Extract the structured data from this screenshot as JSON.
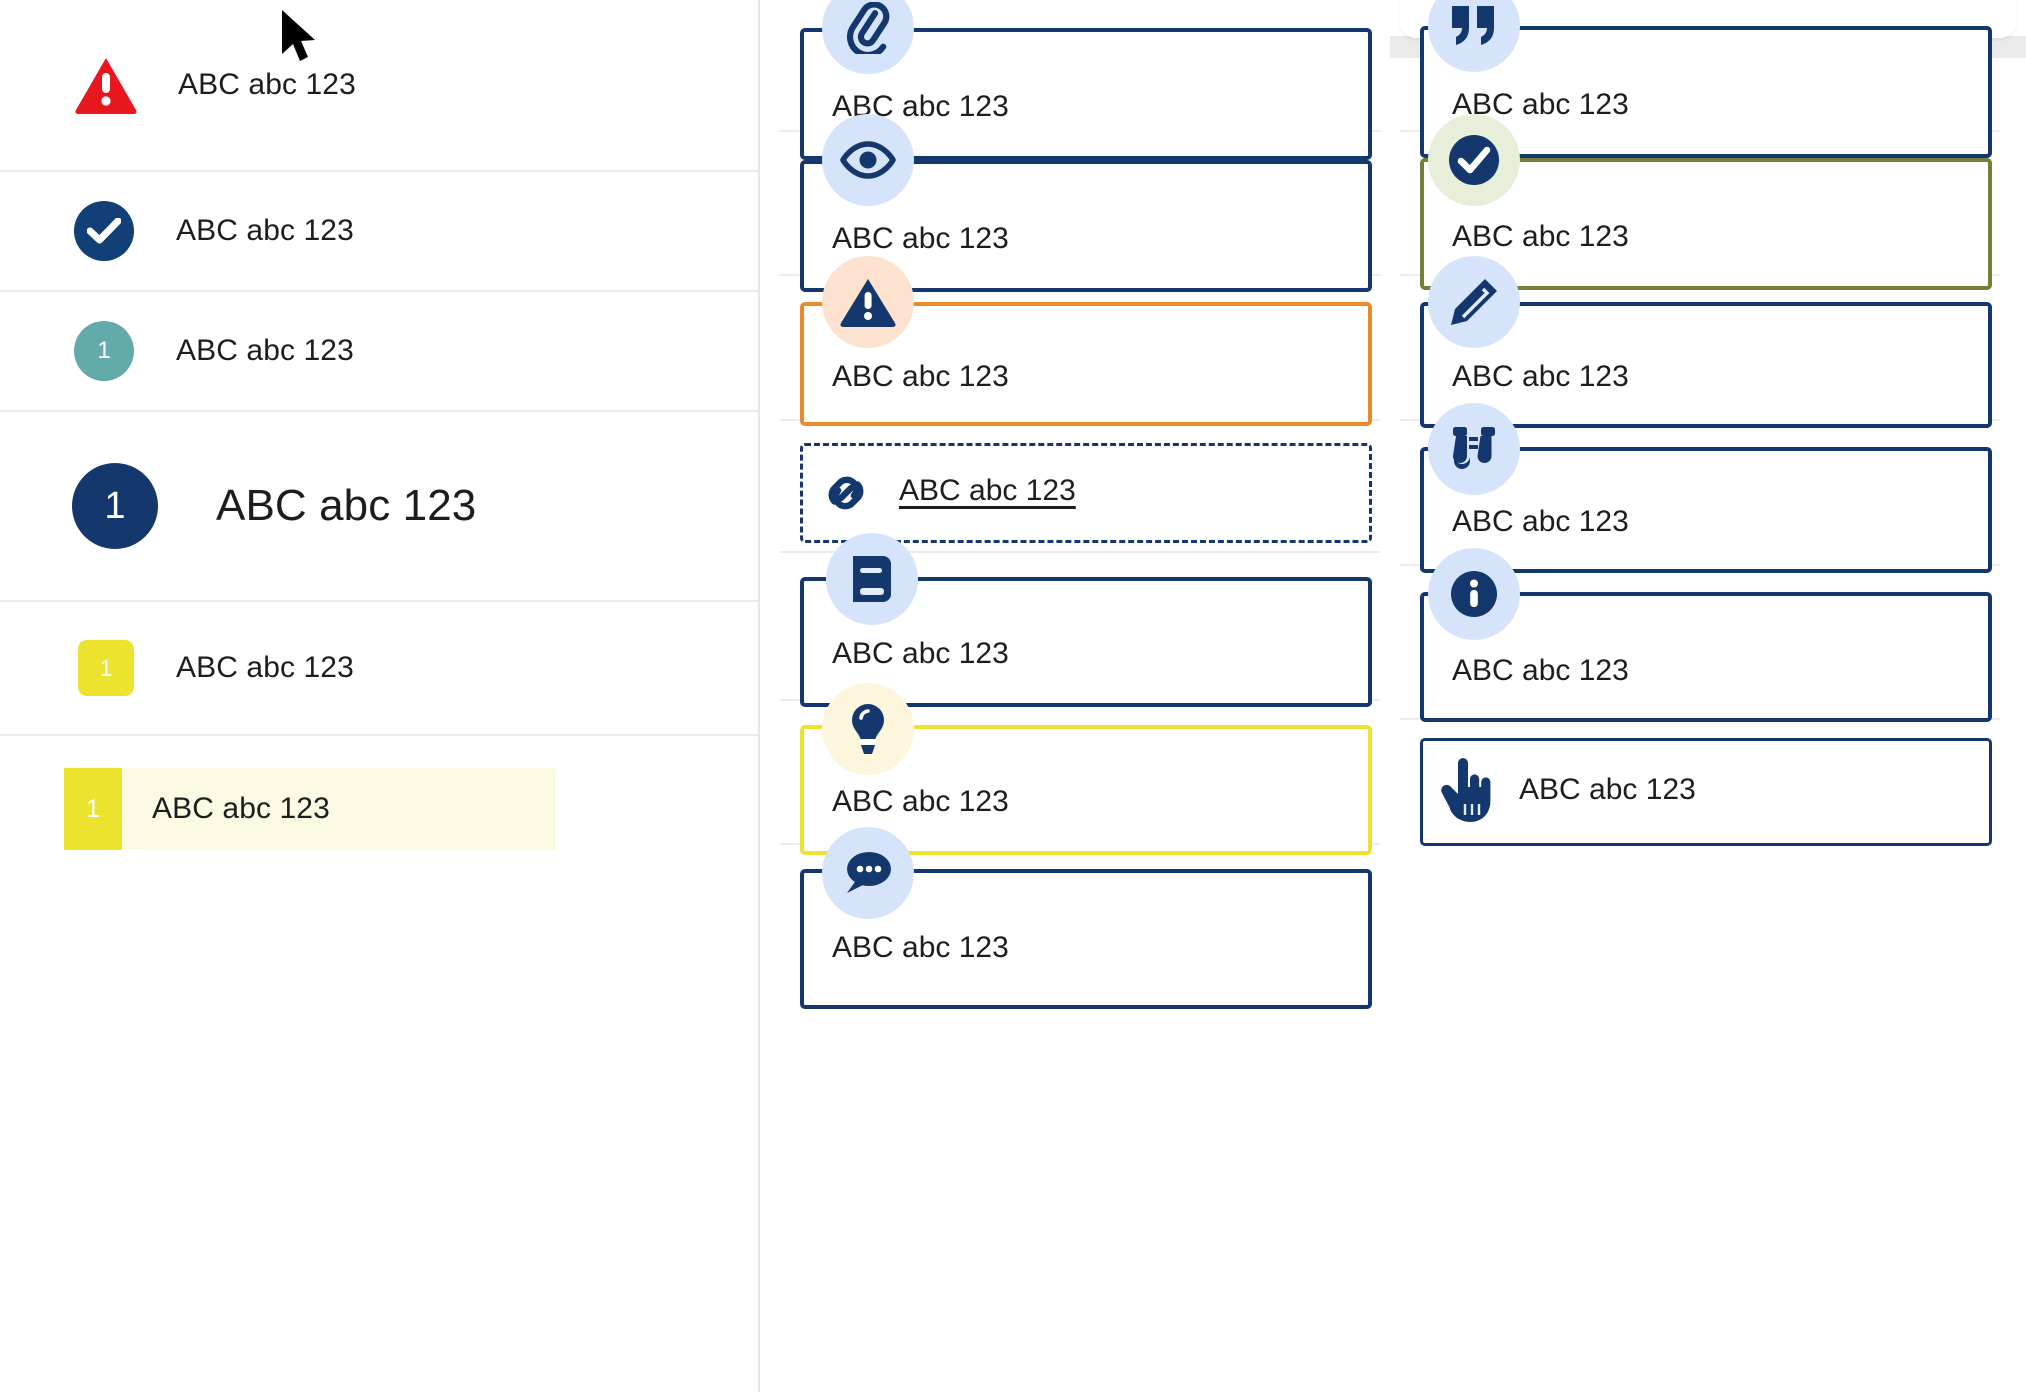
{
  "sample_text": "ABC abc 123",
  "colors": {
    "navy": "#14386e",
    "navy_deep": "#123f77",
    "red": "#e8171d",
    "teal": "#63aaab",
    "yellow": "#ece32f",
    "yellow_tint": "#fcfae3",
    "orange": "#e98a2b",
    "olive": "#74803a",
    "icon_bubble_blue": "#d6e4fb",
    "icon_bubble_peach": "#fde3cf",
    "icon_bubble_mint": "#e7efda",
    "icon_bubble_cream": "#fcf7dc",
    "divider": "#ececec"
  },
  "cursor": {
    "icon": "mouse-pointer-arrow"
  },
  "left_rail": {
    "items": [
      {
        "id": "alert-error",
        "mark": "triangle-warning-icon",
        "mark_kind": "icon",
        "badge_text": "",
        "label": "ABC abc 123",
        "size": "normal",
        "highlighted": false
      },
      {
        "id": "status-ok",
        "mark": "circle-check-icon",
        "mark_kind": "icon",
        "badge_text": "",
        "label": "ABC abc 123",
        "size": "normal",
        "highlighted": false
      },
      {
        "id": "count-teal",
        "mark": "teal-count-badge",
        "mark_kind": "badge",
        "badge_text": "1",
        "label": "ABC abc 123",
        "size": "normal",
        "highlighted": false
      },
      {
        "id": "count-navy-lg",
        "mark": "navy-count-badge",
        "mark_kind": "badge",
        "badge_text": "1",
        "label": "ABC abc 123",
        "size": "large",
        "highlighted": false
      },
      {
        "id": "count-yellow",
        "mark": "yellow-count-badge",
        "mark_kind": "badge",
        "badge_text": "1",
        "label": "ABC abc 123",
        "size": "normal",
        "highlighted": false
      },
      {
        "id": "count-yellow-selected",
        "mark": "yellow-count-tab",
        "mark_kind": "badge",
        "badge_text": "1",
        "label": "ABC abc 123",
        "size": "normal",
        "highlighted": true
      }
    ]
  },
  "middle_column": {
    "cards": [
      {
        "id": "attachment",
        "icon": "paperclip-icon",
        "bubble": "blue",
        "border": "navy",
        "style": "solid",
        "label": "ABC abc 123",
        "link": false
      },
      {
        "id": "preview",
        "icon": "eye-icon",
        "bubble": "blue",
        "border": "navy",
        "style": "solid",
        "label": "ABC abc 123",
        "link": false
      },
      {
        "id": "warning",
        "icon": "triangle-alert-icon",
        "bubble": "peach",
        "border": "orange",
        "style": "solid",
        "label": "ABC abc 123",
        "link": false
      },
      {
        "id": "link",
        "icon": "chain-link-icon",
        "bubble": "none",
        "border": "navy",
        "style": "dashed",
        "label": "ABC abc 123",
        "link": true
      },
      {
        "id": "reference",
        "icon": "book-icon",
        "bubble": "blue",
        "border": "navy",
        "style": "solid",
        "label": "ABC abc 123",
        "link": false
      },
      {
        "id": "tip",
        "icon": "lightbulb-icon",
        "bubble": "cream",
        "border": "yellow",
        "style": "solid",
        "label": "ABC abc 123",
        "link": false
      },
      {
        "id": "comment",
        "icon": "chat-bubble-icon",
        "bubble": "blue",
        "border": "navy",
        "style": "solid",
        "label": "ABC abc 123",
        "link": false
      }
    ]
  },
  "right_column": {
    "cards": [
      {
        "id": "quote",
        "icon": "quote-marks-icon",
        "bubble": "blue",
        "border": "navy",
        "style": "solid",
        "label": "ABC abc 123",
        "link": false
      },
      {
        "id": "approved",
        "icon": "circle-check-icon",
        "bubble": "mint",
        "border": "olive",
        "style": "solid",
        "label": "ABC abc 123",
        "link": false
      },
      {
        "id": "edit",
        "icon": "pencil-icon",
        "bubble": "blue",
        "border": "navy",
        "style": "solid",
        "label": "ABC abc 123",
        "link": false
      },
      {
        "id": "observe",
        "icon": "binoculars-icon",
        "bubble": "blue",
        "border": "navy",
        "style": "solid",
        "label": "ABC abc 123",
        "link": false
      },
      {
        "id": "info",
        "icon": "info-circle-icon",
        "bubble": "blue",
        "border": "navy",
        "style": "solid",
        "label": "ABC abc 123",
        "link": false
      },
      {
        "id": "interact",
        "icon": "pointing-hand-icon",
        "bubble": "none",
        "border": "navy",
        "style": "thin",
        "label": "ABC abc 123",
        "link": false
      }
    ]
  }
}
